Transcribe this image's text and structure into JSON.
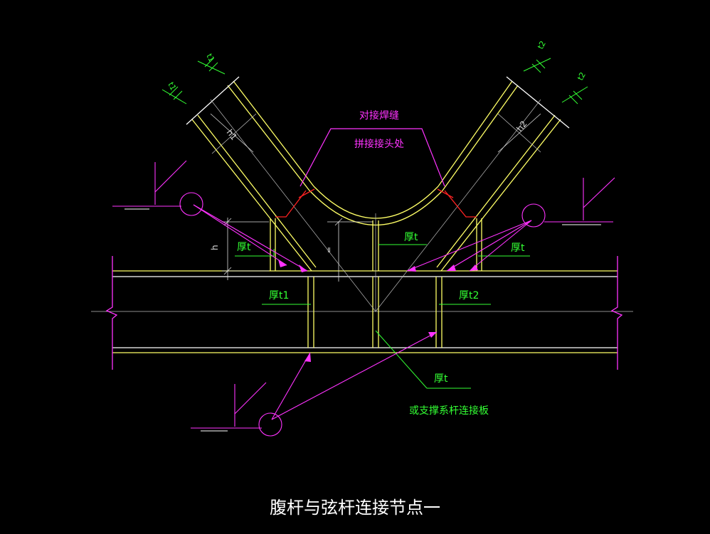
{
  "title": "腹杆与弦杆连接节点一",
  "callout_weld": {
    "line1": "对接焊缝",
    "line2": "拼接接头处"
  },
  "labels": {
    "thick_t_left": "厚t",
    "thick_t_center": "厚t",
    "thick_t_right": "厚t",
    "thick_t1": "厚t1",
    "thick_t2": "厚t2",
    "thick_t_bottom": "厚t",
    "bottom_note": "或支撑系杆连接板",
    "dim_h": "h",
    "dim_h1": "h1",
    "dim_h2": "h2",
    "dim_t1_a": "t1",
    "dim_t1_b": "t1",
    "dim_t2_a": "t2",
    "dim_t2_b": "t2"
  },
  "colors": {
    "background": "#000000",
    "member": "#ffff66",
    "leader": "#ff33ff",
    "text_green": "#33ff33",
    "weld_red": "#ff2222",
    "dim_white": "#dddddd",
    "title_white": "#ffffff"
  }
}
